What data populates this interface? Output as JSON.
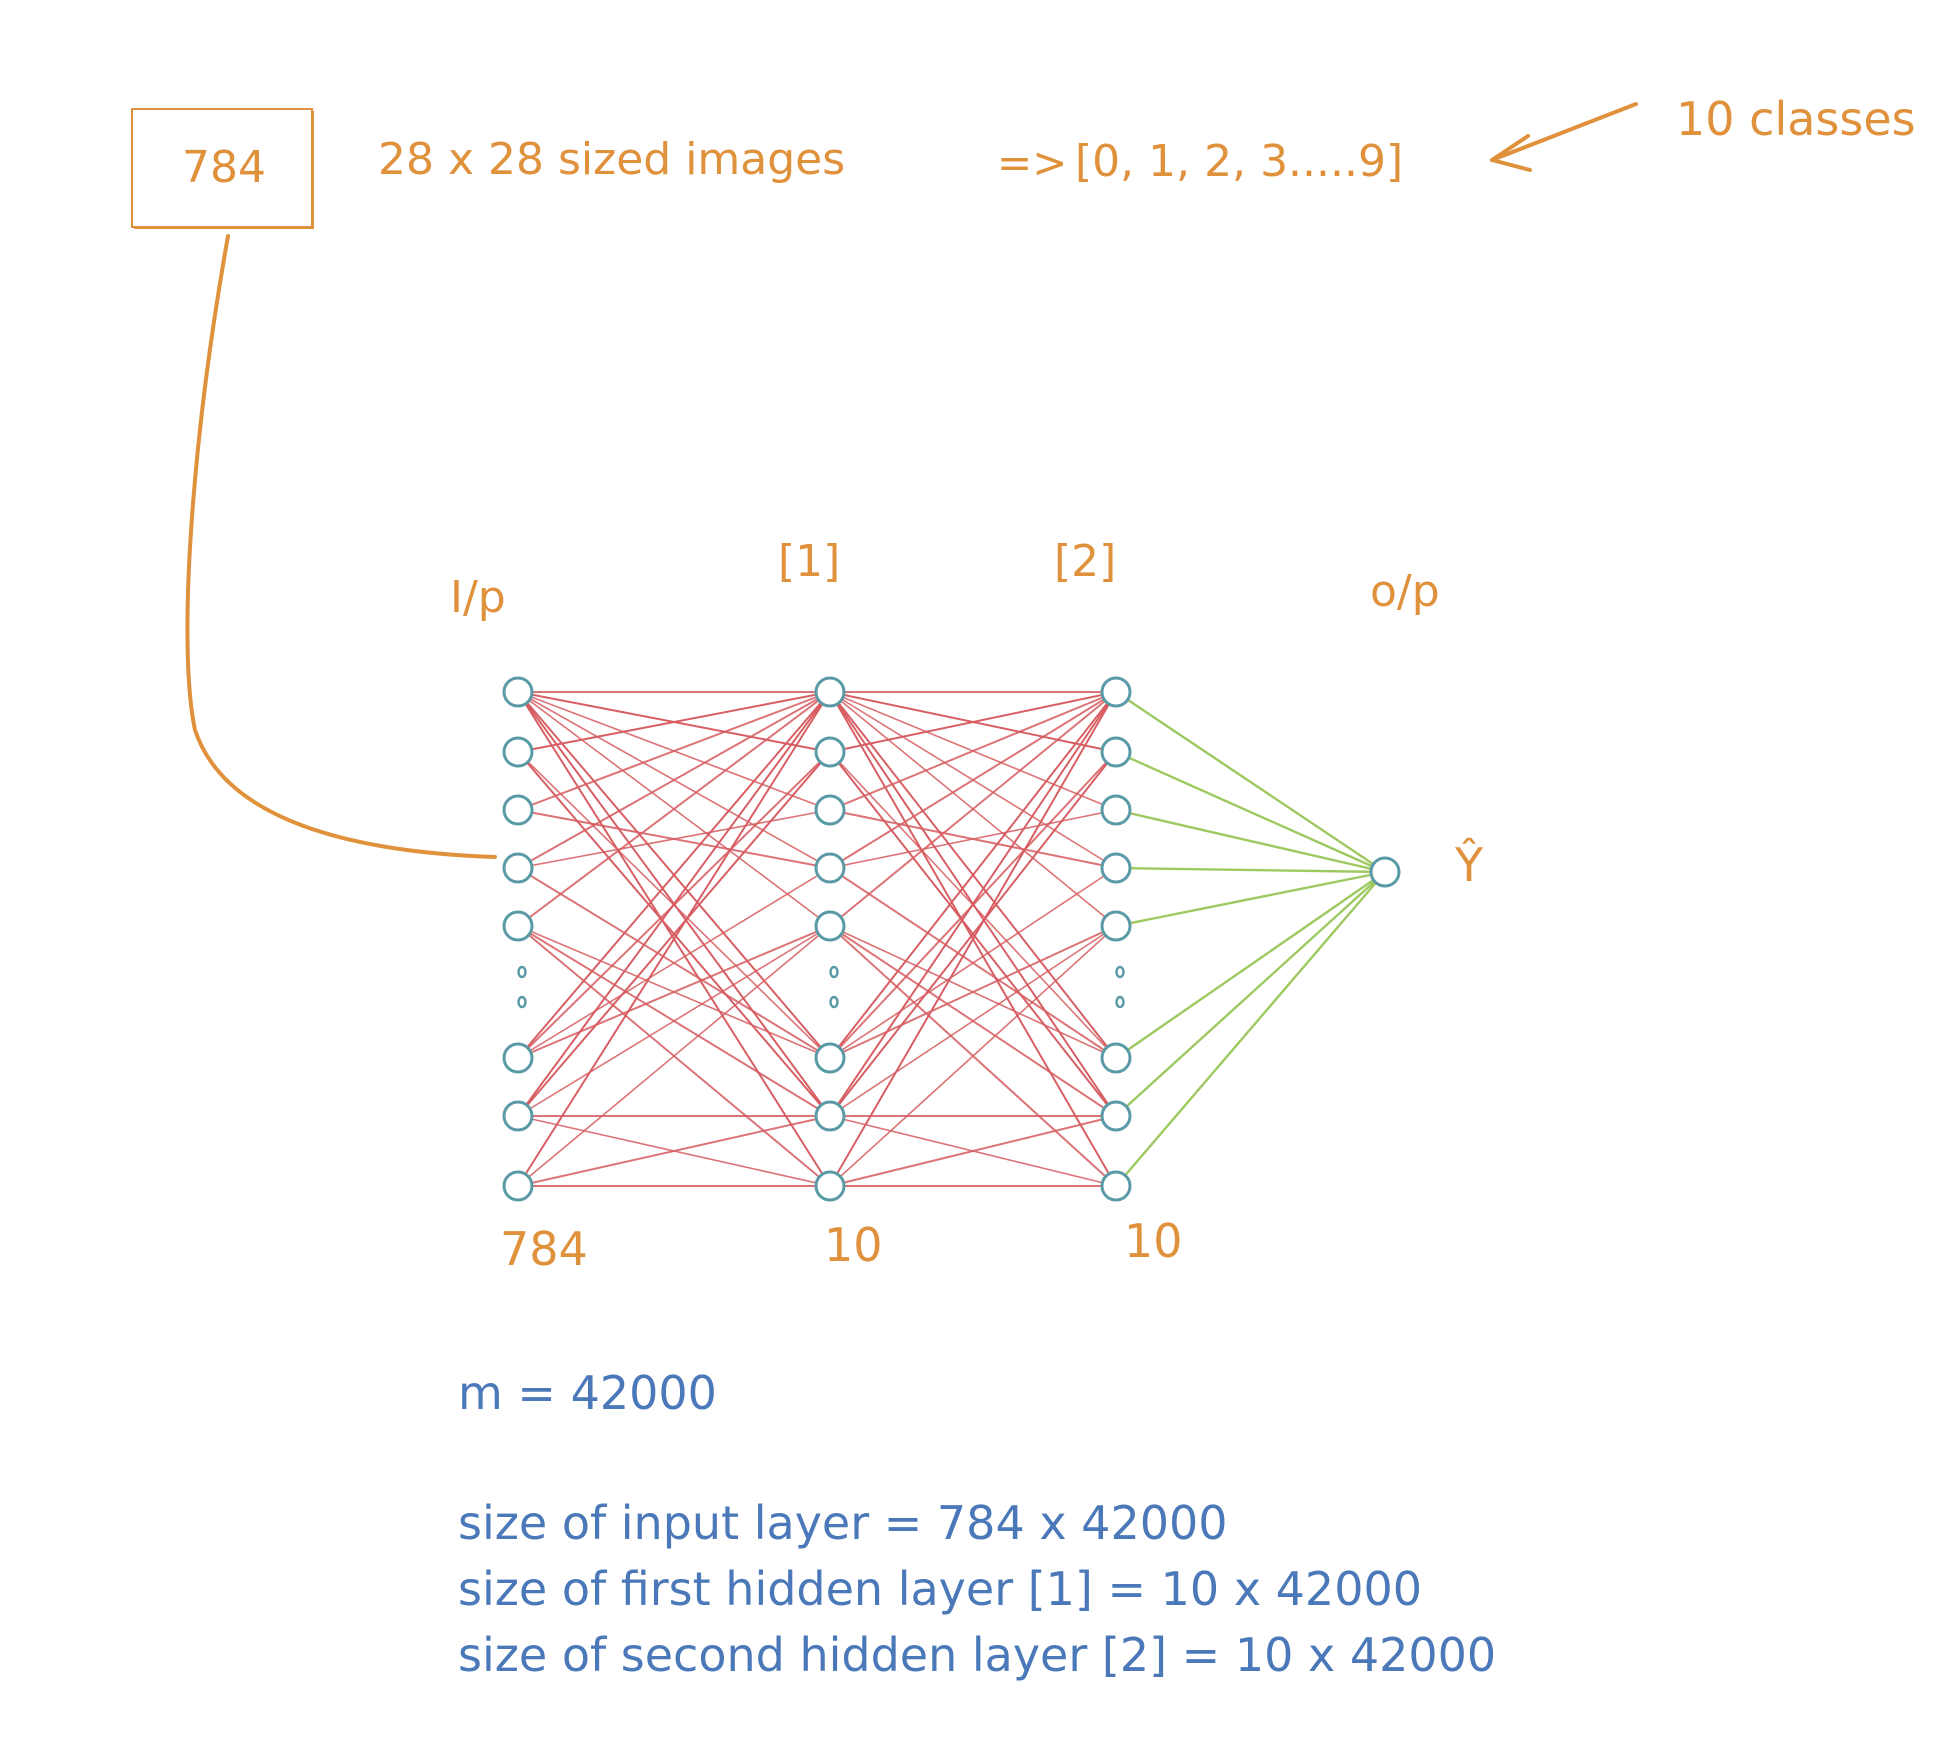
{
  "header": {
    "input_box_label": "784",
    "images_note": "28 x 28 sized images",
    "arrow_mapping": "=>",
    "class_list": "[0, 1, 2, 3.....9]",
    "classes_note": "10 classes"
  },
  "layers": {
    "input": {
      "title": "I/p",
      "count": "784"
    },
    "hidden1": {
      "title": "[1]",
      "count": "10"
    },
    "hidden2": {
      "title": "[2]",
      "count": "10"
    },
    "output": {
      "title": "o/p",
      "symbol": "Ŷ"
    }
  },
  "notes": {
    "m": "m = 42000",
    "input_size": "size of input layer = 784 x 42000",
    "hidden1_size": "size of first hidden layer [1] = 10 x 42000",
    "hidden2_size": "size of second hidden layer [2] = 10 x 42000"
  },
  "colors": {
    "accent": "#e0913c",
    "note_text": "#4a78b8",
    "node_stroke": "#5a9aa6",
    "hidden_edges": "#d65a5f",
    "output_edges": "#8dbf45"
  }
}
